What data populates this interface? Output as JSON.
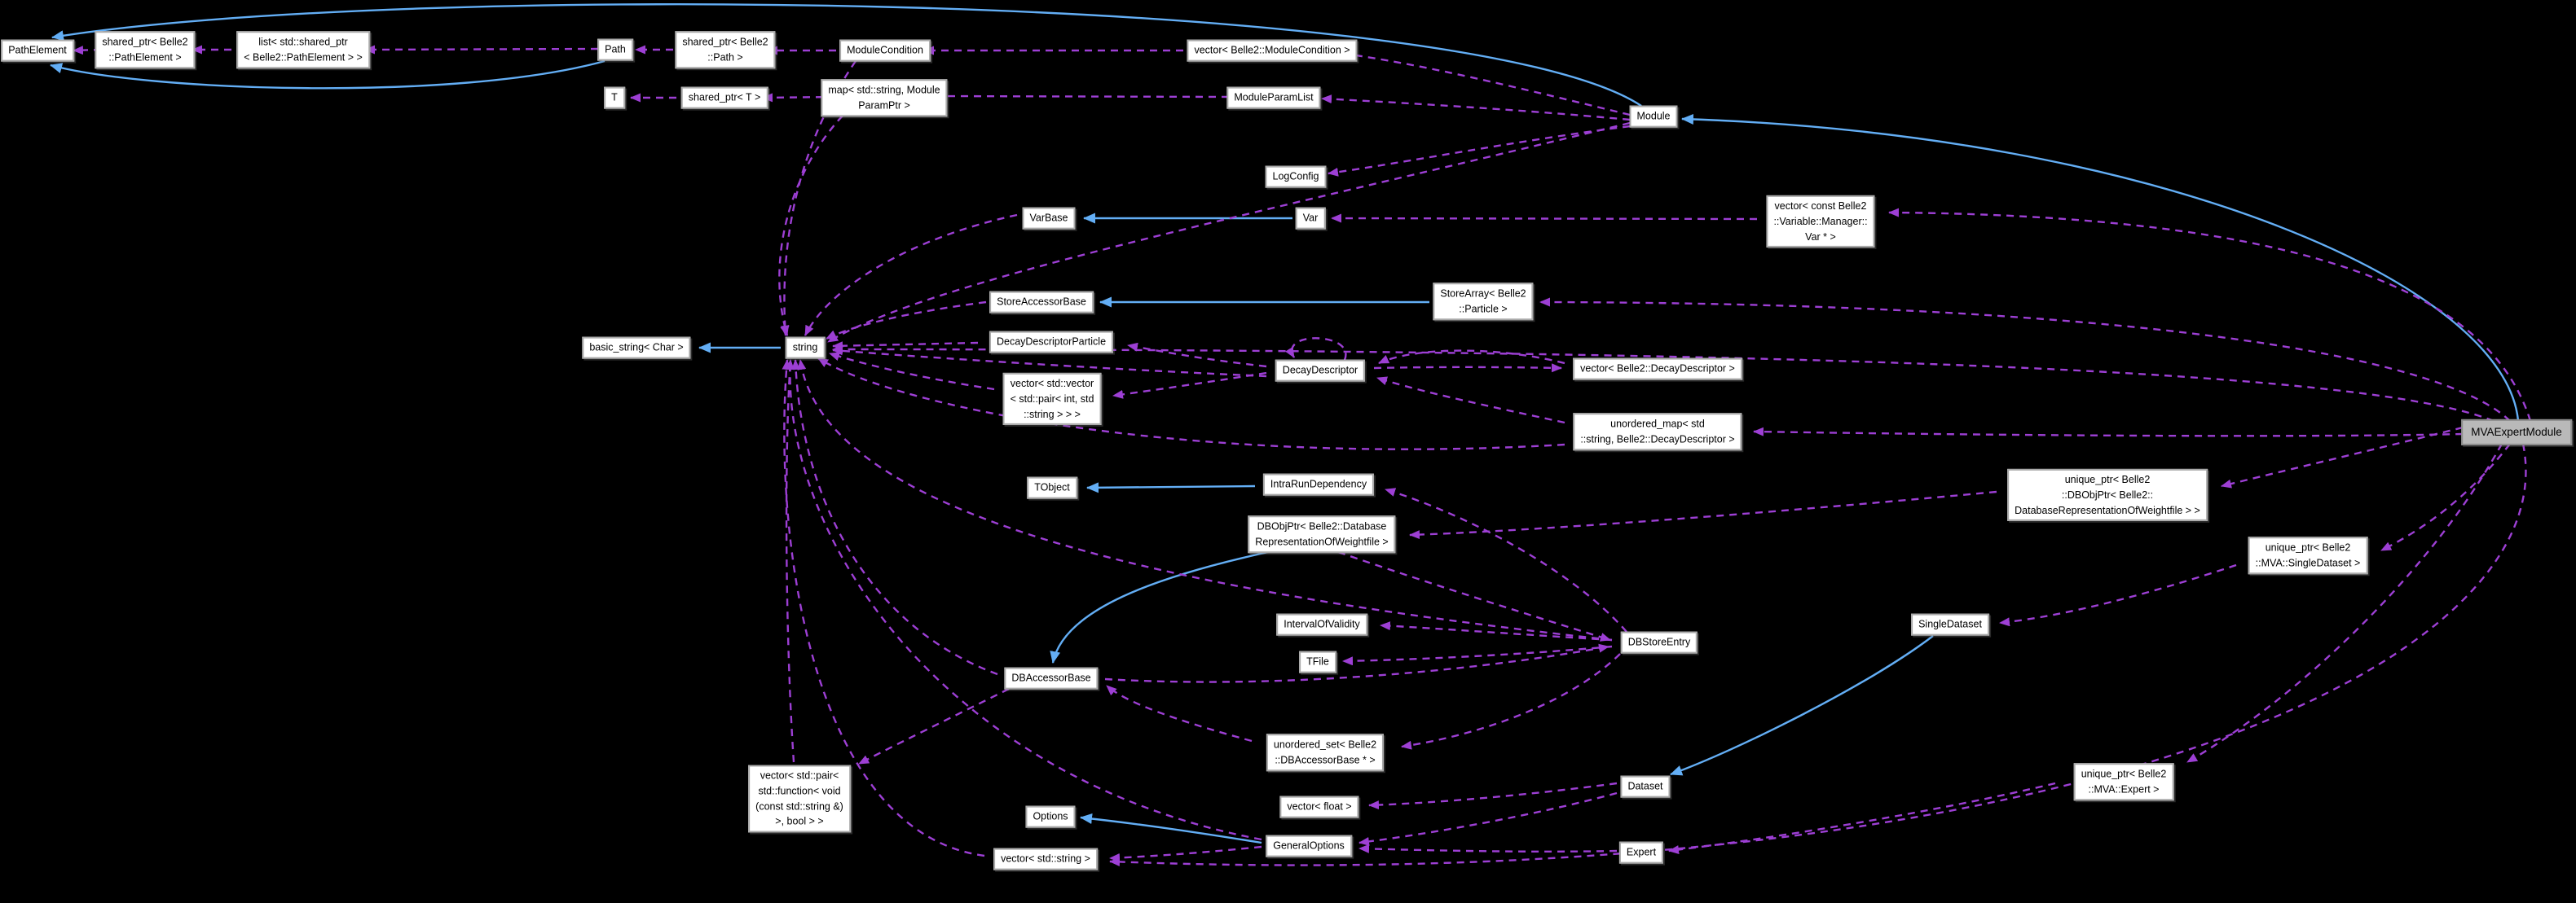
{
  "diagram": {
    "type": "collaboration-graph",
    "main_class": "MVAExpertModule",
    "background_color": "#000000",
    "edge_colors": {
      "inheritance": "#63aef5",
      "usage": "#9d3fd4"
    },
    "node_colors": {
      "fill": "#ffffff",
      "border": "#a9a9a9",
      "text": "#000000",
      "main_fill": "#b9b9b9"
    },
    "nodes": [
      {
        "id": "path-element",
        "label": "PathElement"
      },
      {
        "id": "shared-ptr-path-element",
        "label": "shared_ptr< Belle2\n::PathElement >"
      },
      {
        "id": "list-shared-ptr-path-element",
        "label": "list< std::shared_ptr\n< Belle2::PathElement > >"
      },
      {
        "id": "path",
        "label": "Path"
      },
      {
        "id": "shared-ptr-path",
        "label": "shared_ptr< Belle2\n::Path >"
      },
      {
        "id": "module-condition",
        "label": "ModuleCondition"
      },
      {
        "id": "vector-module-condition",
        "label": "vector< Belle2::ModuleCondition >"
      },
      {
        "id": "t",
        "label": "T"
      },
      {
        "id": "shared-ptr-t",
        "label": "shared_ptr< T >"
      },
      {
        "id": "map-module-param",
        "label": "map< std::string, Module\nParamPtr >"
      },
      {
        "id": "module-param-list",
        "label": "ModuleParamList"
      },
      {
        "id": "module",
        "label": "Module"
      },
      {
        "id": "log-config",
        "label": "LogConfig"
      },
      {
        "id": "var-base",
        "label": "VarBase"
      },
      {
        "id": "var",
        "label": "Var"
      },
      {
        "id": "vector-manager-var",
        "label": "vector< const Belle2\n::Variable::Manager::\nVar * >"
      },
      {
        "id": "store-accessor-base",
        "label": "StoreAccessorBase"
      },
      {
        "id": "store-array-particle",
        "label": "StoreArray< Belle2\n::Particle >"
      },
      {
        "id": "basic-string-char",
        "label": "basic_string< Char >"
      },
      {
        "id": "string",
        "label": "string"
      },
      {
        "id": "decay-descriptor-particle",
        "label": "DecayDescriptorParticle"
      },
      {
        "id": "vector-vector-pair",
        "label": "vector< std::vector\n< std::pair< int, std\n::string > > >"
      },
      {
        "id": "decay-descriptor",
        "label": "DecayDescriptor"
      },
      {
        "id": "vector-decay-descriptor",
        "label": "vector< Belle2::DecayDescriptor >"
      },
      {
        "id": "unordered-map-decay-descriptor",
        "label": "unordered_map< std\n::string, Belle2::DecayDescriptor >"
      },
      {
        "id": "tobject",
        "label": "TObject"
      },
      {
        "id": "intra-run-dependency",
        "label": "IntraRunDependency"
      },
      {
        "id": "dbobjptr-weightfile",
        "label": "DBObjPtr< Belle2::Database\nRepresentationOfWeightfile >"
      },
      {
        "id": "unique-ptr-dbobjptr-weightfile",
        "label": "unique_ptr< Belle2\n::DBObjPtr< Belle2::\nDatabaseRepresentationOfWeightfile > >"
      },
      {
        "id": "unique-ptr-single-dataset",
        "label": "unique_ptr< Belle2\n::MVA::SingleDataset >"
      },
      {
        "id": "mva-expert-module",
        "label": "MVAExpertModule",
        "main": true
      },
      {
        "id": "interval-of-validity",
        "label": "IntervalOfValidity"
      },
      {
        "id": "tfile",
        "label": "TFile"
      },
      {
        "id": "db-store-entry",
        "label": "DBStoreEntry"
      },
      {
        "id": "db-accessor-base",
        "label": "DBAccessorBase"
      },
      {
        "id": "single-dataset",
        "label": "SingleDataset"
      },
      {
        "id": "unordered-set-db-accessor",
        "label": "unordered_set< Belle2\n::DBAccessorBase * >"
      },
      {
        "id": "vector-float",
        "label": "vector< float >"
      },
      {
        "id": "dataset",
        "label": "Dataset"
      },
      {
        "id": "unique-ptr-expert",
        "label": "unique_ptr< Belle2\n::MVA::Expert >"
      },
      {
        "id": "vector-pair-function",
        "label": "vector< std::pair<\n std::function< void\n(const std::string &)\n >, bool > >"
      },
      {
        "id": "options",
        "label": "Options"
      },
      {
        "id": "general-options",
        "label": "GeneralOptions"
      },
      {
        "id": "vector-string",
        "label": "vector< std::string >"
      },
      {
        "id": "expert",
        "label": "Expert"
      }
    ]
  }
}
